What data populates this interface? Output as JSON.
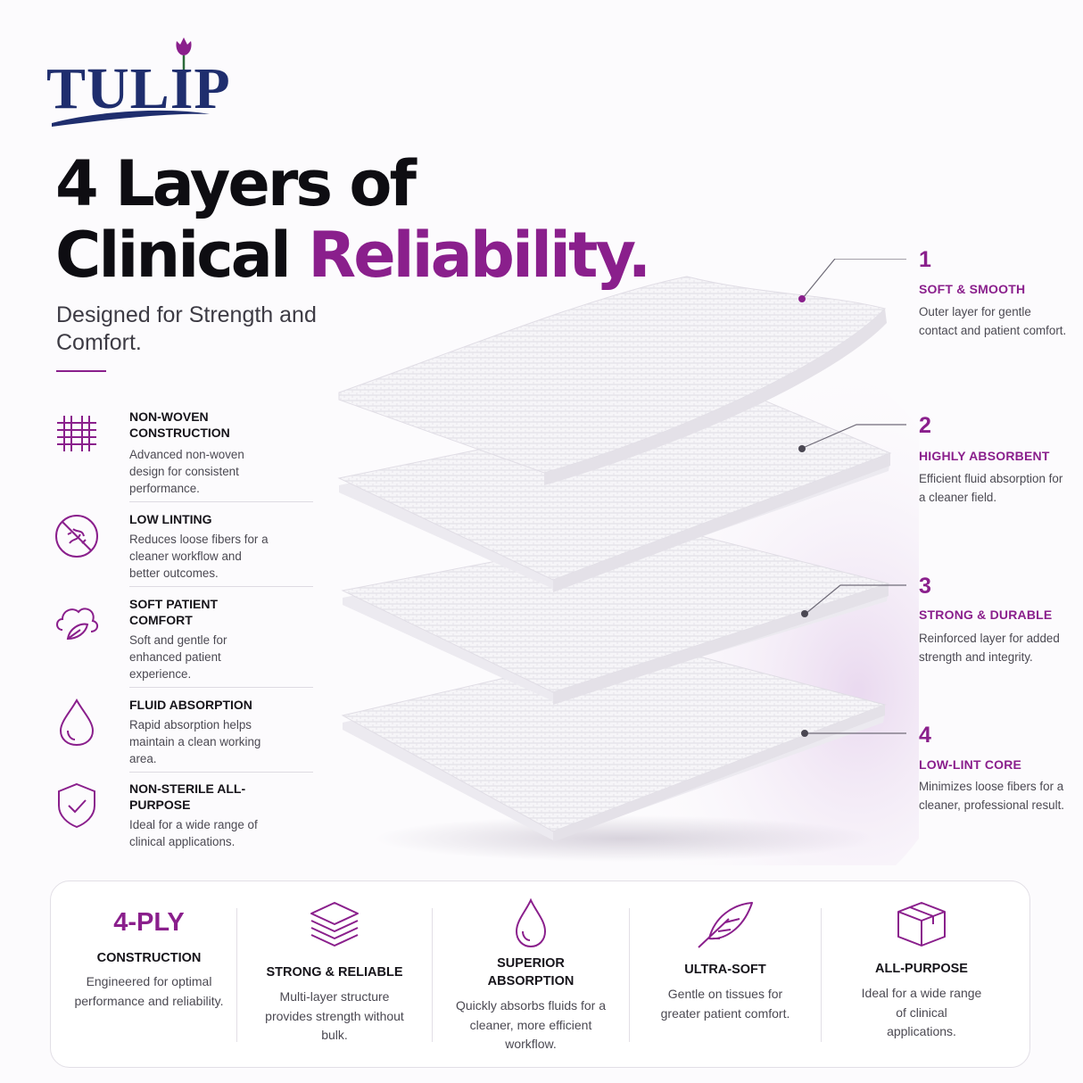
{
  "brand": {
    "logo_text": "TULIP"
  },
  "headline": {
    "line1": "4 Layers of",
    "line2_plain": "Clinical ",
    "line2_accent": "Reliability."
  },
  "subtitle": "Designed for Strength and Comfort.",
  "features": [
    {
      "icon": "mesh-icon",
      "title": "NON-WOVEN CONSTRUCTION",
      "desc": "Advanced non-woven design for consistent performance."
    },
    {
      "icon": "no-lint-icon",
      "title": "LOW LINTING",
      "desc": "Reduces loose fibers for a cleaner workflow and better outcomes."
    },
    {
      "icon": "cloud-leaf-icon",
      "title": "SOFT PATIENT COMFORT",
      "desc": "Soft and gentle for enhanced patient experience."
    },
    {
      "icon": "droplet-icon",
      "title": "FLUID ABSORPTION",
      "desc": "Rapid absorption helps maintain a clean working area."
    },
    {
      "icon": "shield-check-icon",
      "title": "NON-STERILE ALL-PURPOSE",
      "desc": "Ideal for a wide range of clinical applications."
    }
  ],
  "layers": [
    {
      "num": "1",
      "title": "SOFT & SMOOTH",
      "desc": "Outer layer for gentle contact and patient comfort."
    },
    {
      "num": "2",
      "title": "HIGHLY ABSORBENT",
      "desc": "Efficient fluid absorption for a cleaner field."
    },
    {
      "num": "3",
      "title": "STRONG & DURABLE",
      "desc": "Reinforced layer for added strength and integrity."
    },
    {
      "num": "4",
      "title": "LOW-LINT CORE",
      "desc": "Minimizes loose fibers for a cleaner, professional result."
    }
  ],
  "bottom": [
    {
      "big": "4-PLY",
      "title": "CONSTRUCTION",
      "desc": "Engineered for optimal performance and reliability."
    },
    {
      "icon": "stack-icon",
      "title": "STRONG & RELIABLE",
      "desc": "Multi-layer structure provides strength without bulk."
    },
    {
      "icon": "droplet-icon",
      "title": "SUPERIOR ABSORPTION",
      "desc": "Quickly absorbs fluids for a cleaner, more efficient workflow."
    },
    {
      "icon": "feather-icon",
      "title": "ULTRA-SOFT",
      "desc": "Gentle on tissues for greater patient comfort."
    },
    {
      "icon": "box-icon",
      "title": "ALL-PURPOSE",
      "desc": "Ideal for a wide range of clinical applications."
    }
  ],
  "colors": {
    "accent": "#8a1f8c",
    "navy": "#1f2e6e",
    "text": "#16141a"
  }
}
